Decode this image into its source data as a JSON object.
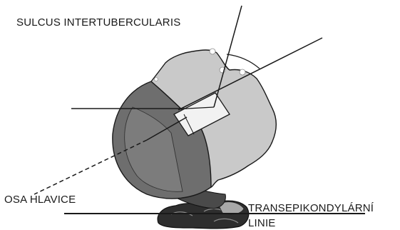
{
  "labels": {
    "sulcus_intertubercularis": "SULCUS INTERTUBERCULARIS",
    "osa_hlavice": "OSA HLAVICE",
    "transepikondylarni_line1": "TRANSEPIKONDYLÁRNÍ",
    "transepikondylarni_line2": "LINIE"
  },
  "colors": {
    "outline": "#1a1a1a",
    "head_dark_shade": "#6e6e6e",
    "head_light_shade": "#c9c9c9",
    "condyle_shade": "#2e2e2e",
    "background": "#ffffff"
  }
}
